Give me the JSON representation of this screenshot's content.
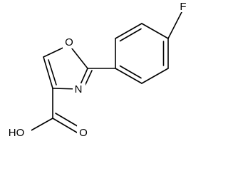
{
  "molecule": {
    "atoms": {
      "fluorine": "F",
      "oxazole_oxygen": "O",
      "oxazole_nitrogen": "N",
      "carbonyl_oxygen": "O",
      "hydroxyl": "HO"
    },
    "colors": {
      "bond": "#000000",
      "label": "#000000",
      "background": "#ffffff"
    }
  }
}
